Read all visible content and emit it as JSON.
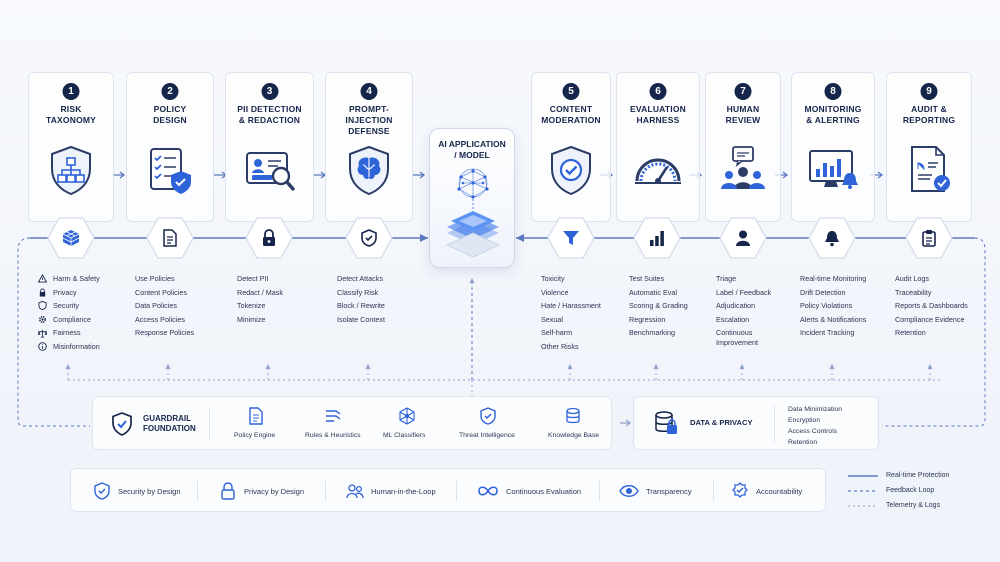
{
  "colors": {
    "navy": "#16254a",
    "accent": "#2f63d8",
    "line": "#5a7bbf",
    "muted": "#8ea3c8"
  },
  "stages": [
    {
      "num": "1",
      "title": "RISK\nTAXONOMY",
      "icon": "shield-hierarchy-icon",
      "hex_icon": "cube-grid-icon",
      "items": [
        {
          "icon": "warning-icon",
          "label": "Harm & Safety"
        },
        {
          "icon": "lock-icon",
          "label": "Privacy"
        },
        {
          "icon": "shield-icon",
          "label": "Security"
        },
        {
          "icon": "gear-icon",
          "label": "Compliance"
        },
        {
          "icon": "scale-icon",
          "label": "Fairness"
        },
        {
          "icon": "info-icon",
          "label": "Misinformation"
        }
      ]
    },
    {
      "num": "2",
      "title": "POLICY\nDESIGN",
      "icon": "checklist-shield-icon",
      "hex_icon": "document-icon",
      "items": [
        "Use Policies",
        "Content Policies",
        "Data Policies",
        "Access Policies",
        "Response Policies"
      ]
    },
    {
      "num": "3",
      "title": "PII DETECTION\n& REDACTION",
      "icon": "id-card-magnifier-icon",
      "hex_icon": "lock-icon",
      "items": [
        "Detect PII",
        "Redact / Mask",
        "Tokenize",
        "Minimize"
      ]
    },
    {
      "num": "4",
      "title": "PROMPT-INJECTION\nDEFENSE",
      "icon": "brain-shield-icon",
      "hex_icon": "shield-check-icon",
      "items": [
        "Detect Attacks",
        "Classify Risk",
        "Block / Rewrite",
        "Isolate Context"
      ]
    },
    {
      "num": "5",
      "title": "CONTENT\nMODERATION",
      "icon": "shield-check-icon",
      "hex_icon": "funnel-icon",
      "items": [
        "Toxicity",
        "Violence",
        "Hate / Harassment",
        "Sexual",
        "Self-harm",
        "Other Risks"
      ]
    },
    {
      "num": "6",
      "title": "EVALUATION\nHARNESS",
      "icon": "gauge-icon",
      "hex_icon": "bar-chart-icon",
      "items": [
        "Test Suites",
        "Automatic Eval",
        "Scoring & Grading",
        "Regression",
        "Benchmarking"
      ]
    },
    {
      "num": "7",
      "title": "HUMAN\nREVIEW",
      "icon": "team-chat-icon",
      "hex_icon": "user-icon",
      "items": [
        "Triage",
        "Label / Feedback",
        "Adjudication",
        "Escalation",
        "Continuous\nImprovement"
      ]
    },
    {
      "num": "8",
      "title": "MONITORING\n& ALERTING",
      "icon": "monitor-bell-icon",
      "hex_icon": "bell-icon",
      "items": [
        "Real-time Monitoring",
        "Drift Detection",
        "Policy Violations",
        "Alerts & Notifications",
        "Incident Tracking"
      ]
    },
    {
      "num": "9",
      "title": "AUDIT &\nREPORTING",
      "icon": "report-check-icon",
      "hex_icon": "clipboard-icon",
      "items": [
        "Audit Logs",
        "Traceability",
        "Reports & Dashboards",
        "Compliance Evidence",
        "Retention"
      ]
    }
  ],
  "center": {
    "title": "AI APPLICATION\n/ MODEL",
    "icon": "neural-chip-icon"
  },
  "foundation": {
    "title": "GUARDRAIL\nFOUNDATION",
    "icon": "shield-check-icon",
    "items": [
      {
        "icon": "document-icon",
        "label": "Policy Engine"
      },
      {
        "icon": "rules-icon",
        "label": "Rules & Heuristics"
      },
      {
        "icon": "network-icon",
        "label": "ML Classifiers"
      },
      {
        "icon": "shield-check-icon",
        "label": "Threat Intelligence"
      },
      {
        "icon": "database-icon",
        "label": "Knowledge Base"
      }
    ]
  },
  "data_privacy": {
    "title": "DATA & PRIVACY",
    "icon": "database-lock-icon",
    "items": [
      "Data Minimization",
      "Encryption",
      "Access Controls",
      "Retention"
    ]
  },
  "principles": [
    {
      "icon": "shield-check-icon",
      "label": "Security by Design"
    },
    {
      "icon": "lock-icon",
      "label": "Privacy by Design"
    },
    {
      "icon": "people-icon",
      "label": "Human-in-the-Loop"
    },
    {
      "icon": "infinity-icon",
      "label": "Continuous Evaluation"
    },
    {
      "icon": "eye-icon",
      "label": "Transparency"
    },
    {
      "icon": "badge-icon",
      "label": "Accountability"
    }
  ],
  "legend": [
    {
      "style": "solid",
      "label": "Real-time Protection"
    },
    {
      "style": "dashed",
      "label": "Feedback Loop"
    },
    {
      "style": "dotted",
      "label": "Telemetry & Logs"
    }
  ]
}
